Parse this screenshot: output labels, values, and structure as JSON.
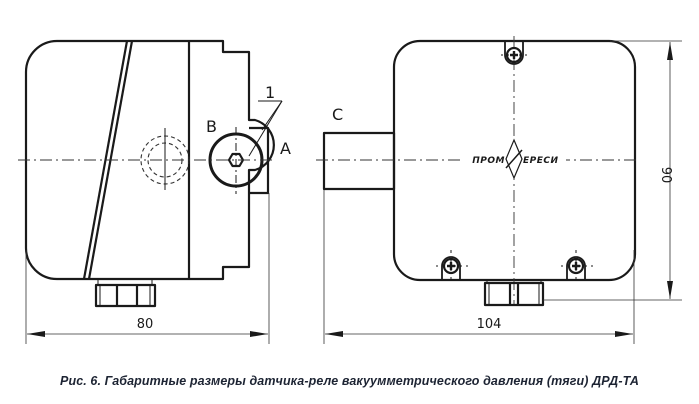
{
  "figure": {
    "caption": "Рис. 6. Габаритные размеры датчика-реле вакуумметрического давления (тяги) ДРД-ТА"
  },
  "side_view": {
    "labels": {
      "port_b": "B",
      "port_a": "A",
      "callout_1": "1"
    },
    "dimensions": {
      "width": "80"
    }
  },
  "front_view": {
    "labels": {
      "port_c": "C"
    },
    "logo_text_left": "ПРОМ",
    "logo_text_right": "ЕРЕСИ",
    "dimensions": {
      "width": "104",
      "height": "90"
    }
  },
  "colors": {
    "line": "#1a1a1a",
    "caption": "#1d2433"
  }
}
